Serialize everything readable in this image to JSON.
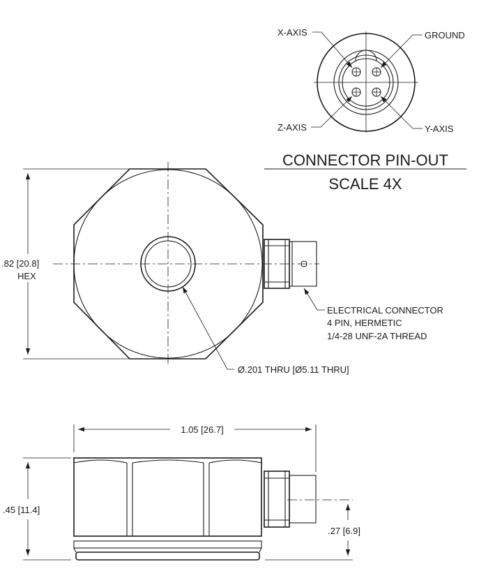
{
  "pinout": {
    "x_axis": "X-AXIS",
    "ground": "GROUND",
    "z_axis": "Z-AXIS",
    "y_axis": "Y-AXIS",
    "title": "CONNECTOR PIN-OUT",
    "scale": "SCALE 4X"
  },
  "top_view": {
    "hex_dim": ".82 [20.8]",
    "hex_label": "HEX",
    "connector_line1": "ELECTRICAL CONNECTOR",
    "connector_line2": "4 PIN, HERMETIC",
    "connector_line3": "1/4-28 UNF-2A THREAD",
    "hole_dim": "Ø.201 THRU [Ø5.11 THRU]"
  },
  "side_view": {
    "length_dim": "1.05 [26.7]",
    "height_dim": ".45 [11.4]",
    "connector_height_dim": ".27 [6.9]"
  }
}
